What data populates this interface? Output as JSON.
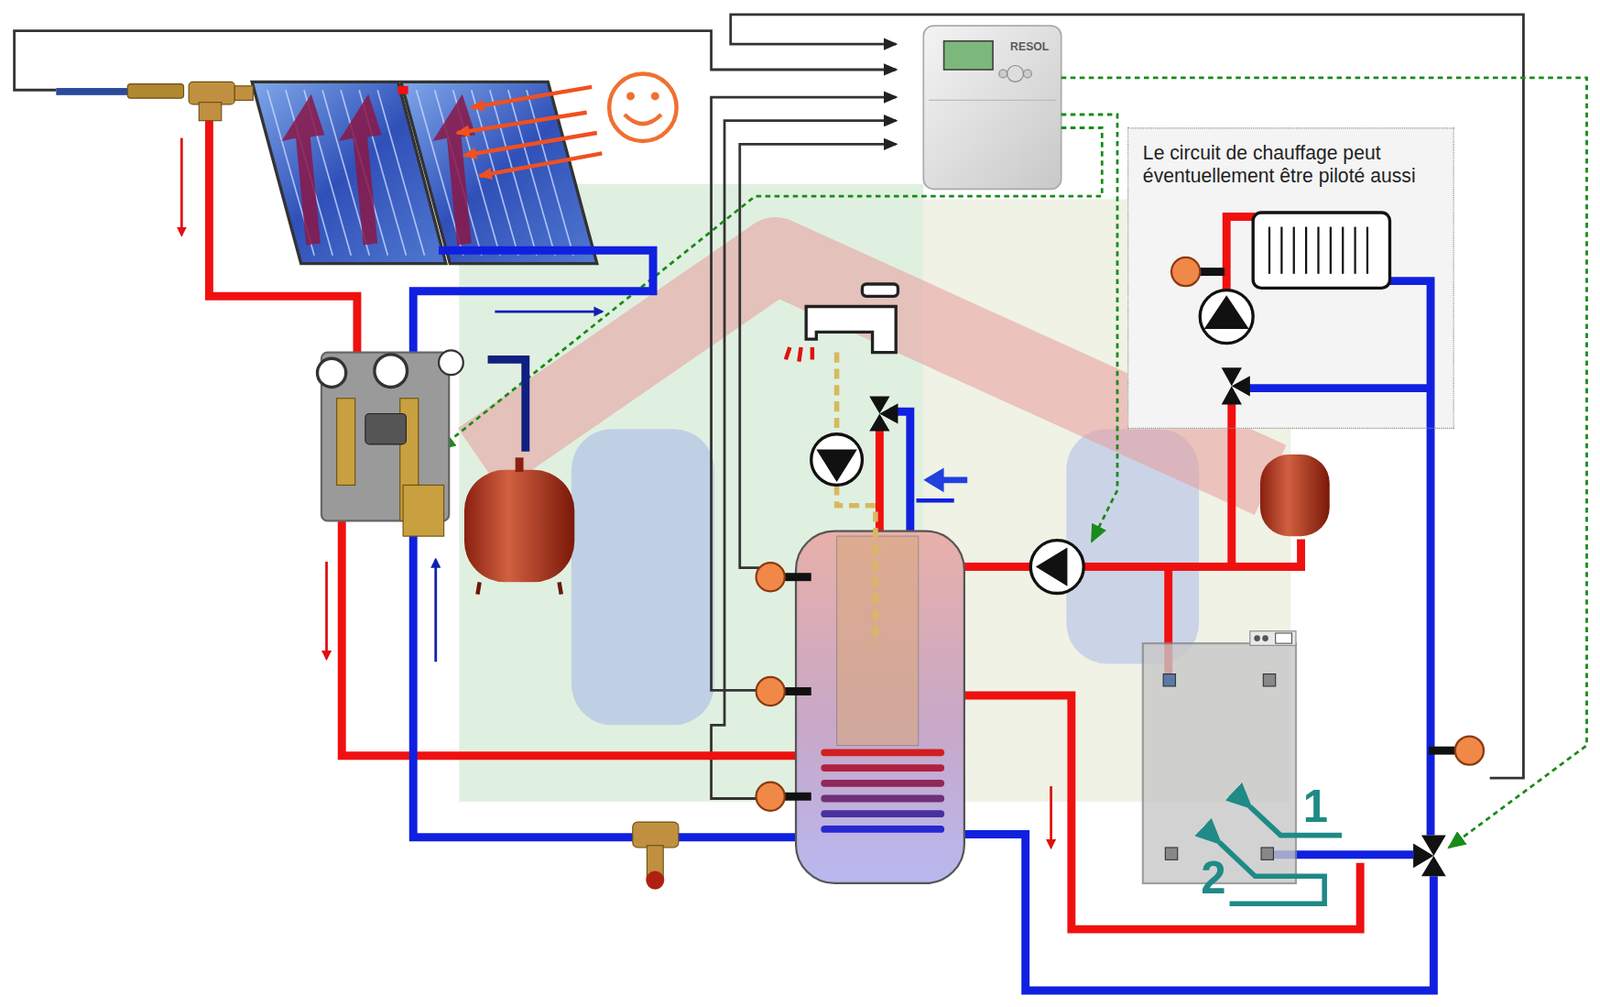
{
  "diagram": {
    "nodes": [
      {
        "text": [
          "RESOL"
        ]
      },
      {
        "text": [
          "Le circuit de chauffage peut éventuellement être piloté aussi"
        ]
      }
    ],
    "labels": [
      "1",
      "2"
    ]
  }
}
